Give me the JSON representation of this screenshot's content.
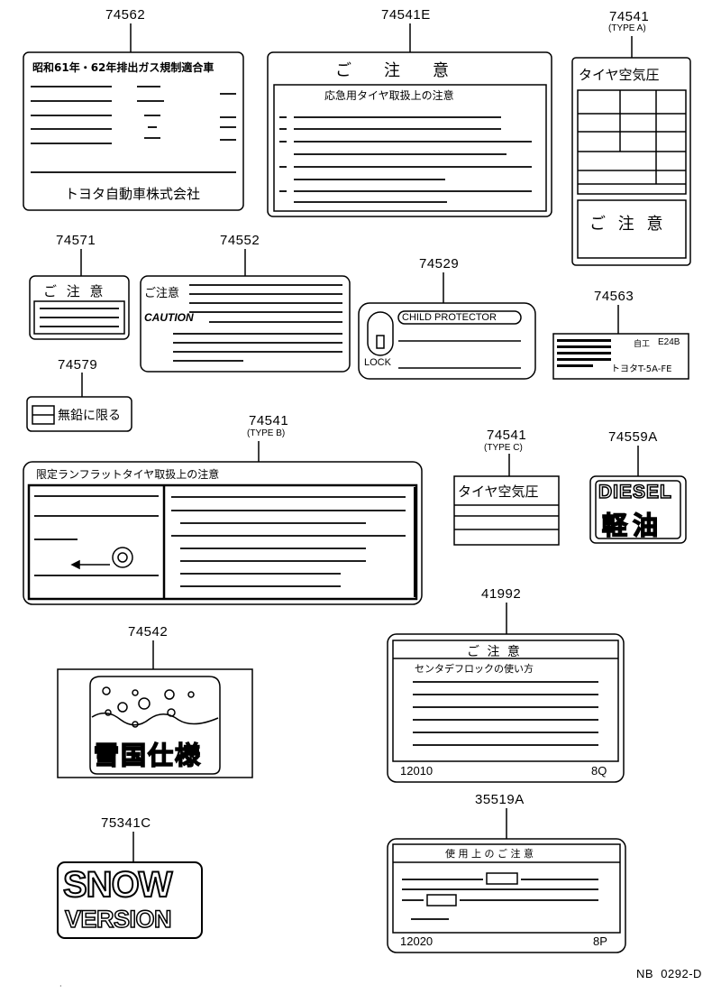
{
  "diagram_code": "NB  0292-D",
  "parts": {
    "p74562": {
      "number": "74562",
      "heading": "昭和61年・62年排出ガス規制適合車",
      "footer": "トヨタ自動車株式会社"
    },
    "p74541E": {
      "number": "74541E",
      "title": "ご　　注　　意",
      "subtitle": "応急用タイヤ取扱上の注意"
    },
    "p74541A": {
      "number": "74541",
      "type": "(TYPE A)",
      "title": "タイヤ空気圧",
      "caution": "ご 注 意"
    },
    "p74571": {
      "number": "74571",
      "title": "ご 注 意"
    },
    "p74552": {
      "number": "74552",
      "title": "ご注意",
      "caution": "CAUTION"
    },
    "p74529": {
      "number": "74529",
      "label": "CHILD PROTECTOR",
      "lock": "LOCK"
    },
    "p74563": {
      "number": "74563",
      "row1_code": "E24B",
      "row1_sub": "自工",
      "row2_code": "トヨタT-5A-FE"
    },
    "p74579": {
      "number": "74579",
      "text": "無鉛に限る"
    },
    "p74541B": {
      "number": "74541",
      "type": "(TYPE B)",
      "title": "限定ランフラットタイヤ取扱上の注意"
    },
    "p74541C": {
      "number": "74541",
      "type": "(TYPE C)",
      "title": "タイヤ空気圧"
    },
    "p74559A": {
      "number": "74559A",
      "line1": "DIESEL",
      "line2": "軽油"
    },
    "p41992": {
      "number": "41992",
      "title": "ご 注 意",
      "subtitle": "センタデフロックの使い方",
      "code_left": "12010",
      "code_right": "8Q"
    },
    "p74542": {
      "number": "74542",
      "text": "雪国仕様"
    },
    "p75341C": {
      "number": "75341C",
      "line1": "SNOW",
      "line2": "VERSION"
    },
    "p35519A": {
      "number": "35519A",
      "title": "使 用 上 の ご 注 意",
      "code_left": "12020",
      "code_right": "8P"
    }
  }
}
